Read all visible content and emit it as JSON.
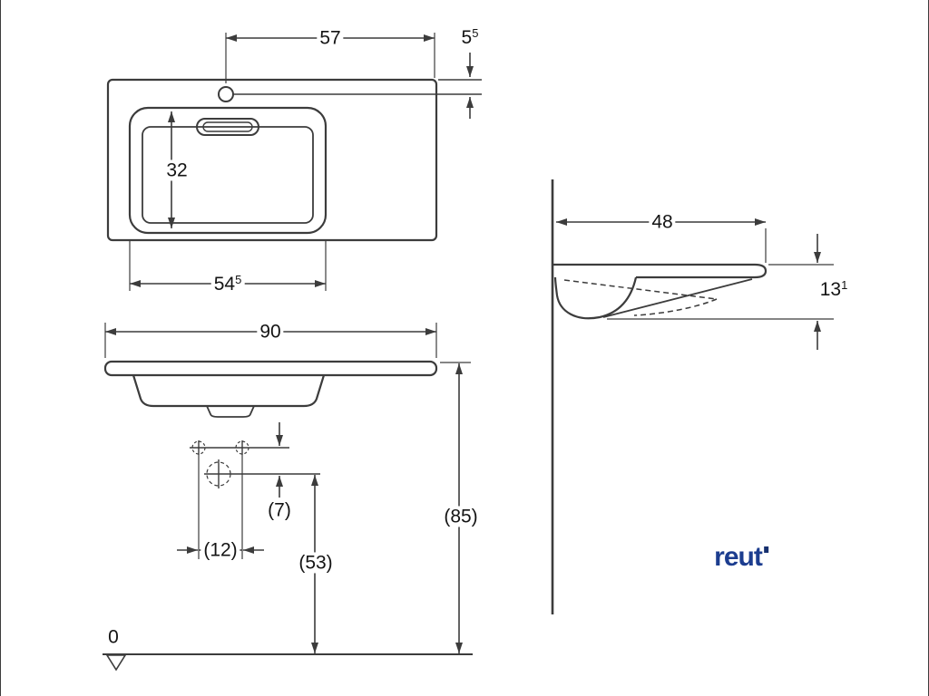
{
  "drawing": {
    "top_view": {
      "dim_tap_to_edge": "57",
      "dim_tap_offset": {
        "main": "5",
        "sup": "5"
      },
      "dim_basin_depth": "32",
      "dim_basin_width": {
        "main": "54",
        "sup": "5"
      }
    },
    "front_view": {
      "dim_total_width": "90",
      "dim_hole_row_gap": "(7)",
      "dim_hole_spacing": "(12)",
      "dim_height_53": "(53)",
      "dim_height_85": "(85)",
      "datum_zero": "0"
    },
    "side_view": {
      "dim_depth": "48",
      "dim_front_height": {
        "main": "13",
        "sup": "1"
      }
    },
    "colors": {
      "line": "#3c3c3c",
      "text": "#141414",
      "logo": "#1c3d8f"
    }
  },
  "logo": {
    "text": "reut"
  }
}
